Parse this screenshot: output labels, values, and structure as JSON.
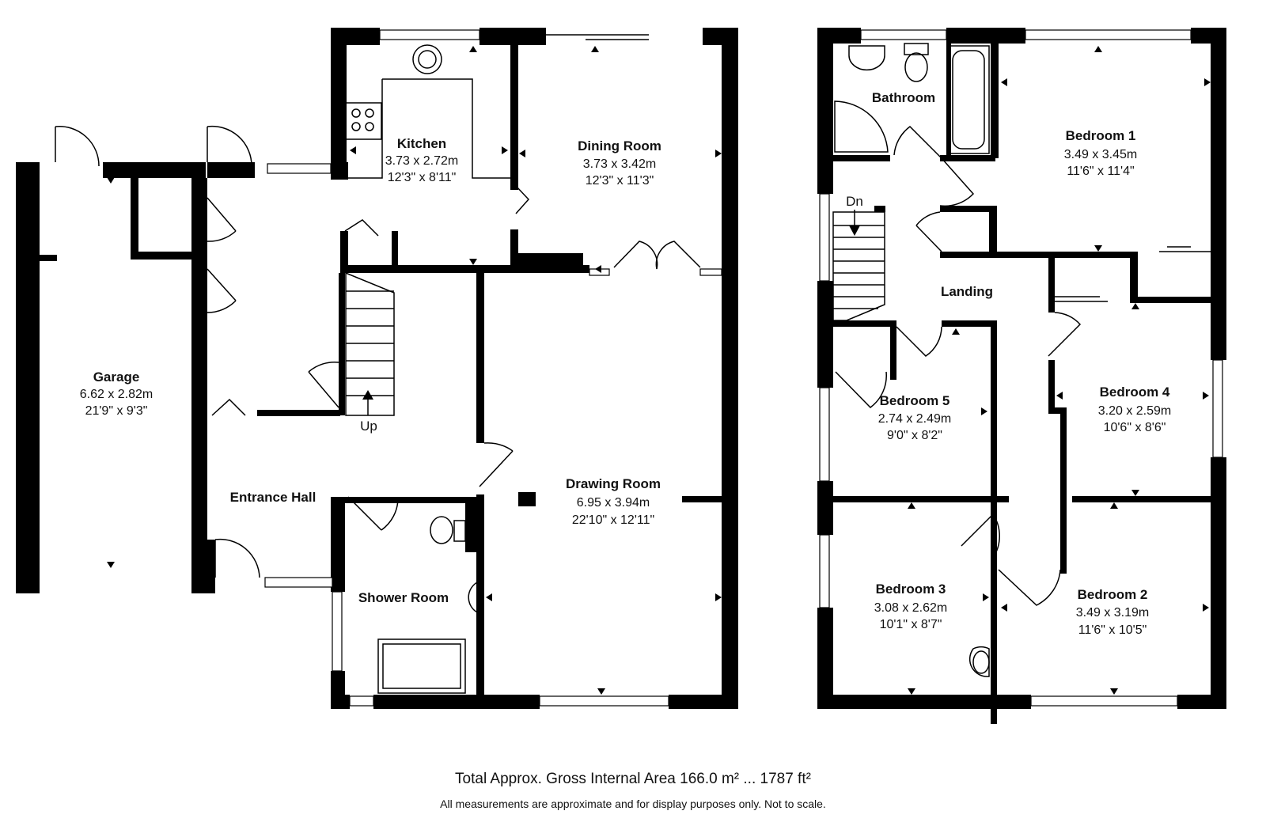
{
  "rooms": {
    "garage": {
      "name": "Garage",
      "metric": "6.62 x 2.82m",
      "imperial": "21'9\" x 9'3\""
    },
    "kitchen": {
      "name": "Kitchen",
      "metric": "3.73 x 2.72m",
      "imperial": "12'3\" x 8'11\""
    },
    "dining": {
      "name": "Dining Room",
      "metric": "3.73 x 3.42m",
      "imperial": "12'3\" x 11'3\""
    },
    "drawing": {
      "name": "Drawing Room",
      "metric": "6.95 x 3.94m",
      "imperial": "22'10\" x 12'11\""
    },
    "entrance": {
      "name": "Entrance Hall"
    },
    "shower": {
      "name": "Shower Room"
    },
    "bathroom": {
      "name": "Bathroom"
    },
    "landing": {
      "name": "Landing"
    },
    "bedroom1": {
      "name": "Bedroom 1",
      "metric": "3.49 x 3.45m",
      "imperial": "11'6\" x 11'4\""
    },
    "bedroom2": {
      "name": "Bedroom 2",
      "metric": "3.49 x 3.19m",
      "imperial": "11'6\" x 10'5\""
    },
    "bedroom3": {
      "name": "Bedroom 3",
      "metric": "3.08 x 2.62m",
      "imperial": "10'1\" x 8'7\""
    },
    "bedroom4": {
      "name": "Bedroom 4",
      "metric": "3.20 x 2.59m",
      "imperial": "10'6\" x 8'6\""
    },
    "bedroom5": {
      "name": "Bedroom 5",
      "metric": "2.74 x 2.49m",
      "imperial": "9'0\" x 8'2\""
    }
  },
  "stairs": {
    "up": "Up",
    "down": "Dn"
  },
  "footer": {
    "total_area": "Total Approx. Gross Internal Area 166.0 m² ... 1787 ft²",
    "disclaimer": "All measurements are approximate and for display purposes only. Not to scale."
  }
}
